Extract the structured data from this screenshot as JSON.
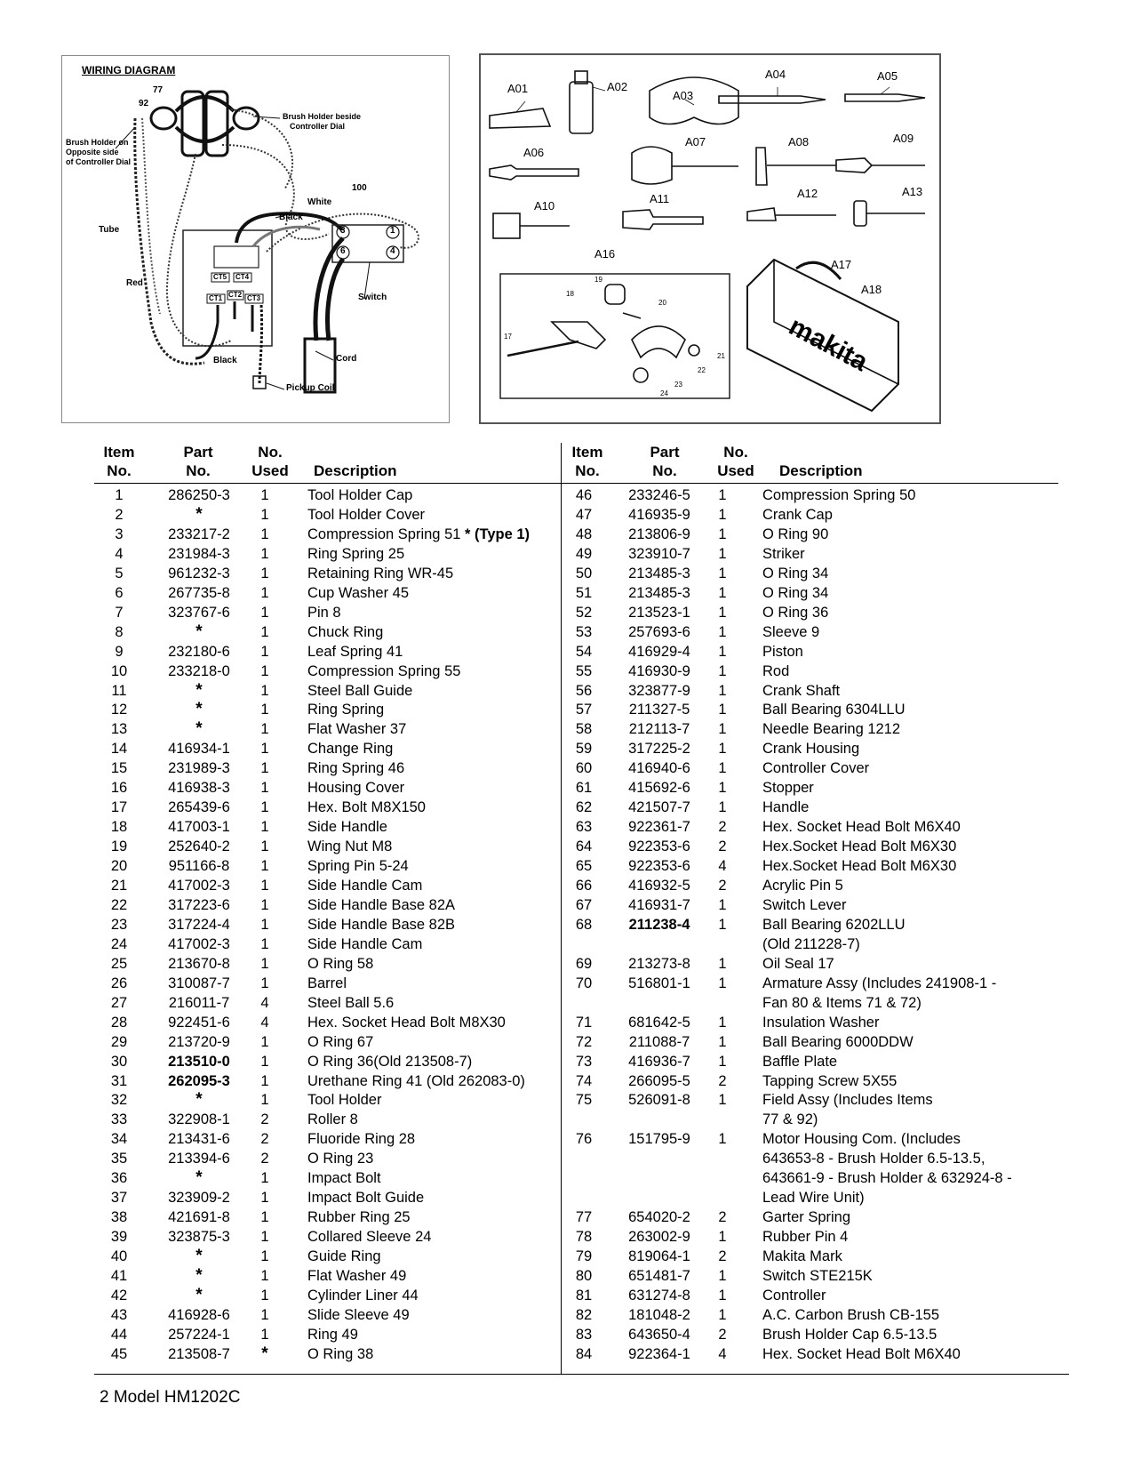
{
  "wiring": {
    "title": "WIRING DIAGRAM",
    "labels": {
      "n77": "77",
      "n92": "92",
      "n100": "100",
      "brush_beside_1": "Brush Holder beside",
      "brush_beside_2": "Controller Dial",
      "brush_opp_1": "Brush Holder on",
      "brush_opp_2": "Opposite side",
      "brush_opp_3": "of Controller Dial",
      "white": "White",
      "black1": "Black",
      "tube": "Tube",
      "red": "Red",
      "ct5": "CT5",
      "ct4": "CT4",
      "ct1": "CT1",
      "ct2": "CT2",
      "ct3": "CT3",
      "t3": "3",
      "t1": "1",
      "t6": "6",
      "t4": "4",
      "switch": "Switch",
      "cord": "Cord",
      "black2": "Black",
      "pickup": "Pickup Coil"
    }
  },
  "accessories": {
    "labels": [
      "A01",
      "A02",
      "A03",
      "A04",
      "A05",
      "A06",
      "A07",
      "A08",
      "A09",
      "A10",
      "A11",
      "A12",
      "A13",
      "A16",
      "A17",
      "A18"
    ],
    "inset_numbers": [
      "17",
      "18",
      "19",
      "20",
      "21",
      "22",
      "23",
      "24"
    ],
    "logo_text": "makita"
  },
  "headers": {
    "left": {
      "item1": "Item",
      "item2": "No.",
      "part1": "Part",
      "part2": "No.",
      "used1": "No.",
      "used2": "Used",
      "desc": "Description"
    },
    "right": {
      "item1": "Item",
      "item2": "No.",
      "part1": "Part",
      "part2": "No.",
      "used1": "No.",
      "used2": "Used",
      "desc": "Description"
    }
  },
  "left_rows": [
    {
      "item": "1",
      "part": "286250-3",
      "used": "1",
      "desc": "Tool Holder Cap"
    },
    {
      "item": "2",
      "part": "*",
      "used": "1",
      "desc": "Tool Holder Cover"
    },
    {
      "item": "3",
      "part": "233217-2",
      "used": "1",
      "desc": "Compression Spring 51",
      "desc_bold": " * (Type 1)"
    },
    {
      "item": "4",
      "part": "231984-3",
      "used": "1",
      "desc": "Ring Spring 25"
    },
    {
      "item": "5",
      "part": "961232-3",
      "used": "1",
      "desc": "Retaining Ring WR-45"
    },
    {
      "item": "6",
      "part": "267735-8",
      "used": "1",
      "desc": "Cup Washer 45"
    },
    {
      "item": "7",
      "part": "323767-6",
      "used": "1",
      "desc": "Pin 8"
    },
    {
      "item": "8",
      "part": "*",
      "used": "1",
      "desc": "Chuck Ring"
    },
    {
      "item": "9",
      "part": "232180-6",
      "used": "1",
      "desc": "Leaf Spring 41"
    },
    {
      "item": "10",
      "part": "233218-0",
      "used": "1",
      "desc": "Compression Spring 55"
    },
    {
      "item": "11",
      "part": "*",
      "used": "1",
      "desc": "Steel Ball Guide"
    },
    {
      "item": "12",
      "part": "*",
      "used": "1",
      "desc": "Ring Spring"
    },
    {
      "item": "13",
      "part": "*",
      "used": "1",
      "desc": "Flat Washer 37"
    },
    {
      "item": "14",
      "part": "416934-1",
      "used": "1",
      "desc": "Change Ring"
    },
    {
      "item": "15",
      "part": "231989-3",
      "used": "1",
      "desc": "Ring Spring 46"
    },
    {
      "item": "16",
      "part": "416938-3",
      "used": "1",
      "desc": "Housing Cover"
    },
    {
      "item": "17",
      "part": "265439-6",
      "used": "1",
      "desc": "Hex. Bolt M8X150"
    },
    {
      "item": "18",
      "part": "417003-1",
      "used": "1",
      "desc": "Side Handle"
    },
    {
      "item": "19",
      "part": "252640-2",
      "used": "1",
      "desc": "Wing Nut M8"
    },
    {
      "item": "20",
      "part": "951166-8",
      "used": "1",
      "desc": "Spring Pin 5-24"
    },
    {
      "item": "21",
      "part": "417002-3",
      "used": "1",
      "desc": "Side Handle Cam"
    },
    {
      "item": "22",
      "part": "317223-6",
      "used": "1",
      "desc": "Side Handle Base 82A"
    },
    {
      "item": "23",
      "part": "317224-4",
      "used": "1",
      "desc": "Side Handle Base 82B"
    },
    {
      "item": "24",
      "part": "417002-3",
      "used": "1",
      "desc": "Side Handle Cam"
    },
    {
      "item": "25",
      "part": "213670-8",
      "used": "1",
      "desc": "O Ring 58"
    },
    {
      "item": "26",
      "part": "310087-7",
      "used": "1",
      "desc": "Barrel"
    },
    {
      "item": "27",
      "part": "216011-7",
      "used": "4",
      "desc": "Steel Ball 5.6"
    },
    {
      "item": "28",
      "part": "922451-6",
      "used": "4",
      "desc": "Hex. Socket Head Bolt M8X30"
    },
    {
      "item": "29",
      "part": "213720-9",
      "used": "1",
      "desc": "O Ring 67"
    },
    {
      "item": "30",
      "part": "213510-0",
      "part_bold": true,
      "used": "1",
      "desc": "O Ring 36(Old 213508-7)"
    },
    {
      "item": "31",
      "part": "262095-3",
      "part_bold": true,
      "used": "1",
      "desc": "Urethane Ring 41 (Old 262083-0)"
    },
    {
      "item": "32",
      "part": "*",
      "used": "1",
      "desc": "Tool Holder"
    },
    {
      "item": "33",
      "part": "322908-1",
      "used": "2",
      "desc": "Roller 8"
    },
    {
      "item": "34",
      "part": "213431-6",
      "used": "2",
      "desc": "Fluoride Ring 28"
    },
    {
      "item": "35",
      "part": "213394-6",
      "used": "2",
      "desc": "O Ring 23"
    },
    {
      "item": "36",
      "part": "*",
      "used": "1",
      "desc": "Impact Bolt"
    },
    {
      "item": "37",
      "part": "323909-2",
      "used": "1",
      "desc": "Impact Bolt Guide"
    },
    {
      "item": "38",
      "part": "421691-8",
      "used": "1",
      "desc": "Rubber Ring 25"
    },
    {
      "item": "39",
      "part": "323875-3",
      "used": "1",
      "desc": "Collared Sleeve 24"
    },
    {
      "item": "40",
      "part": "*",
      "used": "1",
      "desc": "Guide Ring"
    },
    {
      "item": "41",
      "part": "*",
      "used": "1",
      "desc": "Flat Washer 49"
    },
    {
      "item": "42",
      "part": "*",
      "used": "1",
      "desc": "Cylinder Liner 44"
    },
    {
      "item": "43",
      "part": "416928-6",
      "used": "1",
      "desc": "Slide Sleeve 49"
    },
    {
      "item": "44",
      "part": "257224-1",
      "used": "1",
      "desc": "Ring 49"
    },
    {
      "item": "45",
      "part": "213508-7",
      "used": "*",
      "desc": "O Ring 38"
    }
  ],
  "right_rows": [
    {
      "item": "46",
      "part": "233246-5",
      "used": "1",
      "desc": "Compression Spring 50"
    },
    {
      "item": "47",
      "part": "416935-9",
      "used": "1",
      "desc": "Crank Cap"
    },
    {
      "item": "48",
      "part": "213806-9",
      "used": "1",
      "desc": "O Ring 90"
    },
    {
      "item": "49",
      "part": "323910-7",
      "used": "1",
      "desc": "Striker"
    },
    {
      "item": "50",
      "part": "213485-3",
      "used": "1",
      "desc": "O Ring 34"
    },
    {
      "item": "51",
      "part": "213485-3",
      "used": "1",
      "desc": "O Ring 34"
    },
    {
      "item": "52",
      "part": "213523-1",
      "used": "1",
      "desc": "O Ring 36"
    },
    {
      "item": "53",
      "part": "257693-6",
      "used": "1",
      "desc": "Sleeve 9"
    },
    {
      "item": "54",
      "part": "416929-4",
      "used": "1",
      "desc": "Piston"
    },
    {
      "item": "55",
      "part": "416930-9",
      "used": "1",
      "desc": "Rod"
    },
    {
      "item": "56",
      "part": "323877-9",
      "used": "1",
      "desc": "Crank Shaft"
    },
    {
      "item": "57",
      "part": "211327-5",
      "used": "1",
      "desc": "Ball Bearing 6304LLU"
    },
    {
      "item": "58",
      "part": "212113-7",
      "used": "1",
      "desc": "Needle Bearing 1212"
    },
    {
      "item": "59",
      "part": "317225-2",
      "used": "1",
      "desc": "Crank Housing"
    },
    {
      "item": "60",
      "part": "416940-6",
      "used": "1",
      "desc": "Controller Cover"
    },
    {
      "item": "61",
      "part": "415692-6",
      "used": "1",
      "desc": "Stopper"
    },
    {
      "item": "62",
      "part": "421507-7",
      "used": "1",
      "desc": "Handle"
    },
    {
      "item": "63",
      "part": "922361-7",
      "used": "2",
      "desc": "Hex. Socket Head Bolt M6X40"
    },
    {
      "item": "64",
      "part": "922353-6",
      "used": "2",
      "desc": "Hex.Socket Head Bolt M6X30"
    },
    {
      "item": "65",
      "part": "922353-6",
      "used": "4",
      "desc": "Hex.Socket Head Bolt M6X30"
    },
    {
      "item": "66",
      "part": "416932-5",
      "used": "2",
      "desc": "Acrylic Pin 5"
    },
    {
      "item": "67",
      "part": "416931-7",
      "used": "1",
      "desc": "Switch Lever"
    },
    {
      "item": "68",
      "part": "211238-4",
      "part_bold": true,
      "used": "1",
      "desc": "Ball Bearing 6202LLU"
    },
    {
      "item": "",
      "part": "",
      "used": "",
      "desc": "(Old 211228-7)"
    },
    {
      "item": "69",
      "part": "213273-8",
      "used": "1",
      "desc": "Oil Seal 17"
    },
    {
      "item": "70",
      "part": "516801-1",
      "used": "1",
      "desc": "Armature Assy (Includes 241908-1 -"
    },
    {
      "item": "",
      "part": "",
      "used": "",
      "desc": "Fan 80 & Items 71 & 72)"
    },
    {
      "item": "71",
      "part": "681642-5",
      "used": "1",
      "desc": "Insulation Washer"
    },
    {
      "item": "72",
      "part": "211088-7",
      "used": "1",
      "desc": "Ball Bearing 6000DDW"
    },
    {
      "item": "73",
      "part": "416936-7",
      "used": "1",
      "desc": "Baffle Plate"
    },
    {
      "item": "74",
      "part": "266095-5",
      "used": "2",
      "desc": "Tapping Screw 5X55"
    },
    {
      "item": "75",
      "part": "526091-8",
      "used": "1",
      "desc": "Field Assy (Includes Items"
    },
    {
      "item": "",
      "part": "",
      "used": "",
      "desc": "77 & 92)"
    },
    {
      "item": "76",
      "part": "151795-9",
      "used": "1",
      "desc": "Motor Housing Com. (Includes"
    },
    {
      "item": "",
      "part": "",
      "used": "",
      "desc": "643653-8 - Brush Holder 6.5-13.5,"
    },
    {
      "item": "",
      "part": "",
      "used": "",
      "desc": "643661-9 - Brush Holder & 632924-8 -"
    },
    {
      "item": "",
      "part": "",
      "used": "",
      "desc": "Lead Wire Unit)"
    },
    {
      "item": "77",
      "part": "654020-2",
      "used": "2",
      "desc": "Garter Spring"
    },
    {
      "item": "78",
      "part": "263002-9",
      "used": "1",
      "desc": "Rubber Pin 4"
    },
    {
      "item": "79",
      "part": "819064-1",
      "used": "2",
      "desc": "Makita Mark"
    },
    {
      "item": "80",
      "part": "651481-7",
      "used": "1",
      "desc": "Switch STE215K"
    },
    {
      "item": "81",
      "part": "631274-8",
      "used": "1",
      "desc": "Controller"
    },
    {
      "item": "82",
      "part": "181048-2",
      "used": "1",
      "desc": "A.C. Carbon Brush CB-155"
    },
    {
      "item": "83",
      "part": "643650-4",
      "used": "2",
      "desc": "Brush Holder Cap 6.5-13.5"
    },
    {
      "item": "84",
      "part": "922364-1",
      "used": "4",
      "desc": "Hex. Socket Head Bolt M6X40"
    }
  ],
  "footer": "2  Model  HM1202C"
}
